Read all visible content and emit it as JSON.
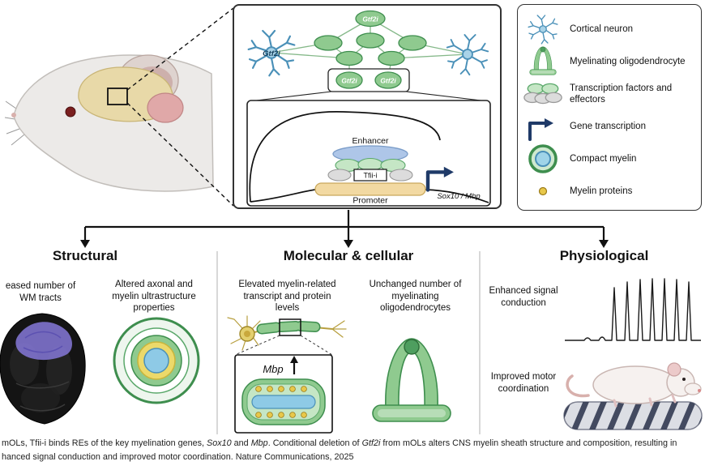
{
  "inset": {
    "neuron_label": "Gtf2i",
    "cell_label_top": "Gtf2i",
    "cell_label_left": "Gtf2i",
    "cell_label_right": "Gtf2i",
    "enhancer": "Enhancer",
    "tfii": "Tfii-i",
    "promoter": "Promoter",
    "gene": "Sox10 / Mbp"
  },
  "legend": {
    "items": [
      {
        "label": "Cortical neuron"
      },
      {
        "label": "Myelinating oligodendrocyte"
      },
      {
        "label": "Transcription factors and effectors"
      },
      {
        "label": "Gene transcription"
      },
      {
        "label": "Compact myelin"
      },
      {
        "label": "Myelin proteins"
      }
    ]
  },
  "branches": {
    "structural": {
      "title": "Structural",
      "items": [
        "eased number of\nWM tracts",
        "Altered axonal and\nmyelin ultrastructure\nproperties"
      ]
    },
    "molecular": {
      "title": "Molecular & cellular",
      "items": [
        "Elevated myelin-related\ntranscript and protein\nlevels",
        "Unchanged number of\nmyelinating\noligodendrocytes"
      ],
      "mbp_label": "Mbp"
    },
    "physiological": {
      "title": "Physiological",
      "items": [
        "Enhanced signal\nconduction",
        "Improved motor\ncoordination"
      ]
    }
  },
  "caption": {
    "line1": [
      {
        "t": "mOLs, Tfii-i binds REs of the key myelination genes, ",
        "i": false
      },
      {
        "t": "Sox10",
        "i": true
      },
      {
        "t": " and ",
        "i": false
      },
      {
        "t": "Mbp",
        "i": true
      },
      {
        "t": ". Conditional deletion of ",
        "i": false
      },
      {
        "t": "Gtf2i",
        "i": true
      },
      {
        "t": " from mOLs alters CNS myelin sheath structure and composition, resulting in",
        "i": false
      }
    ],
    "line2": [
      {
        "t": "hanced signal conduction and improved motor coordination. Nature Communications, 2025",
        "i": false
      }
    ]
  },
  "colors": {
    "green": "#8fca8f",
    "green_dark": "#3e8e4e",
    "blue_neuron": "#a9d3e8",
    "enhancer_blue": "#aec6e8",
    "promoter_tan": "#f2d9a2",
    "navy_arrow": "#1f3a68",
    "myelin_blue": "#8ecae6",
    "protein_yellow": "#e8c84a",
    "wm_purple": "#8578d8"
  }
}
